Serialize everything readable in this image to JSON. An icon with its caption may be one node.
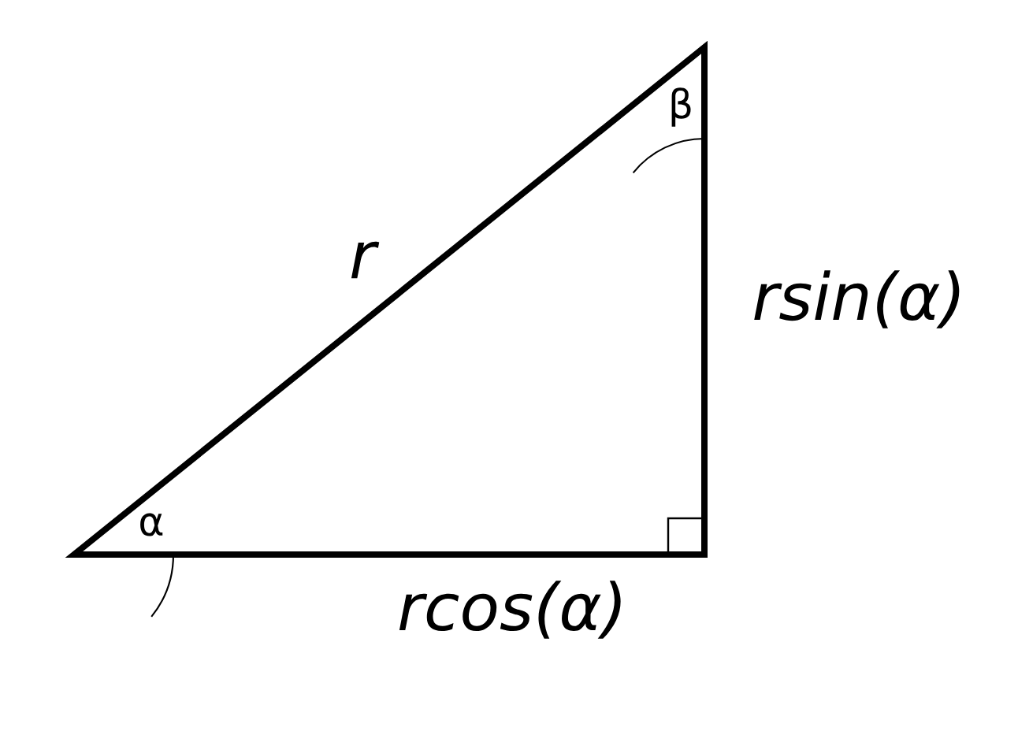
{
  "diagram": {
    "labels": [
      "β",
      "r",
      "rsin(α)",
      "α",
      "rcos(α)"
    ]
  }
}
